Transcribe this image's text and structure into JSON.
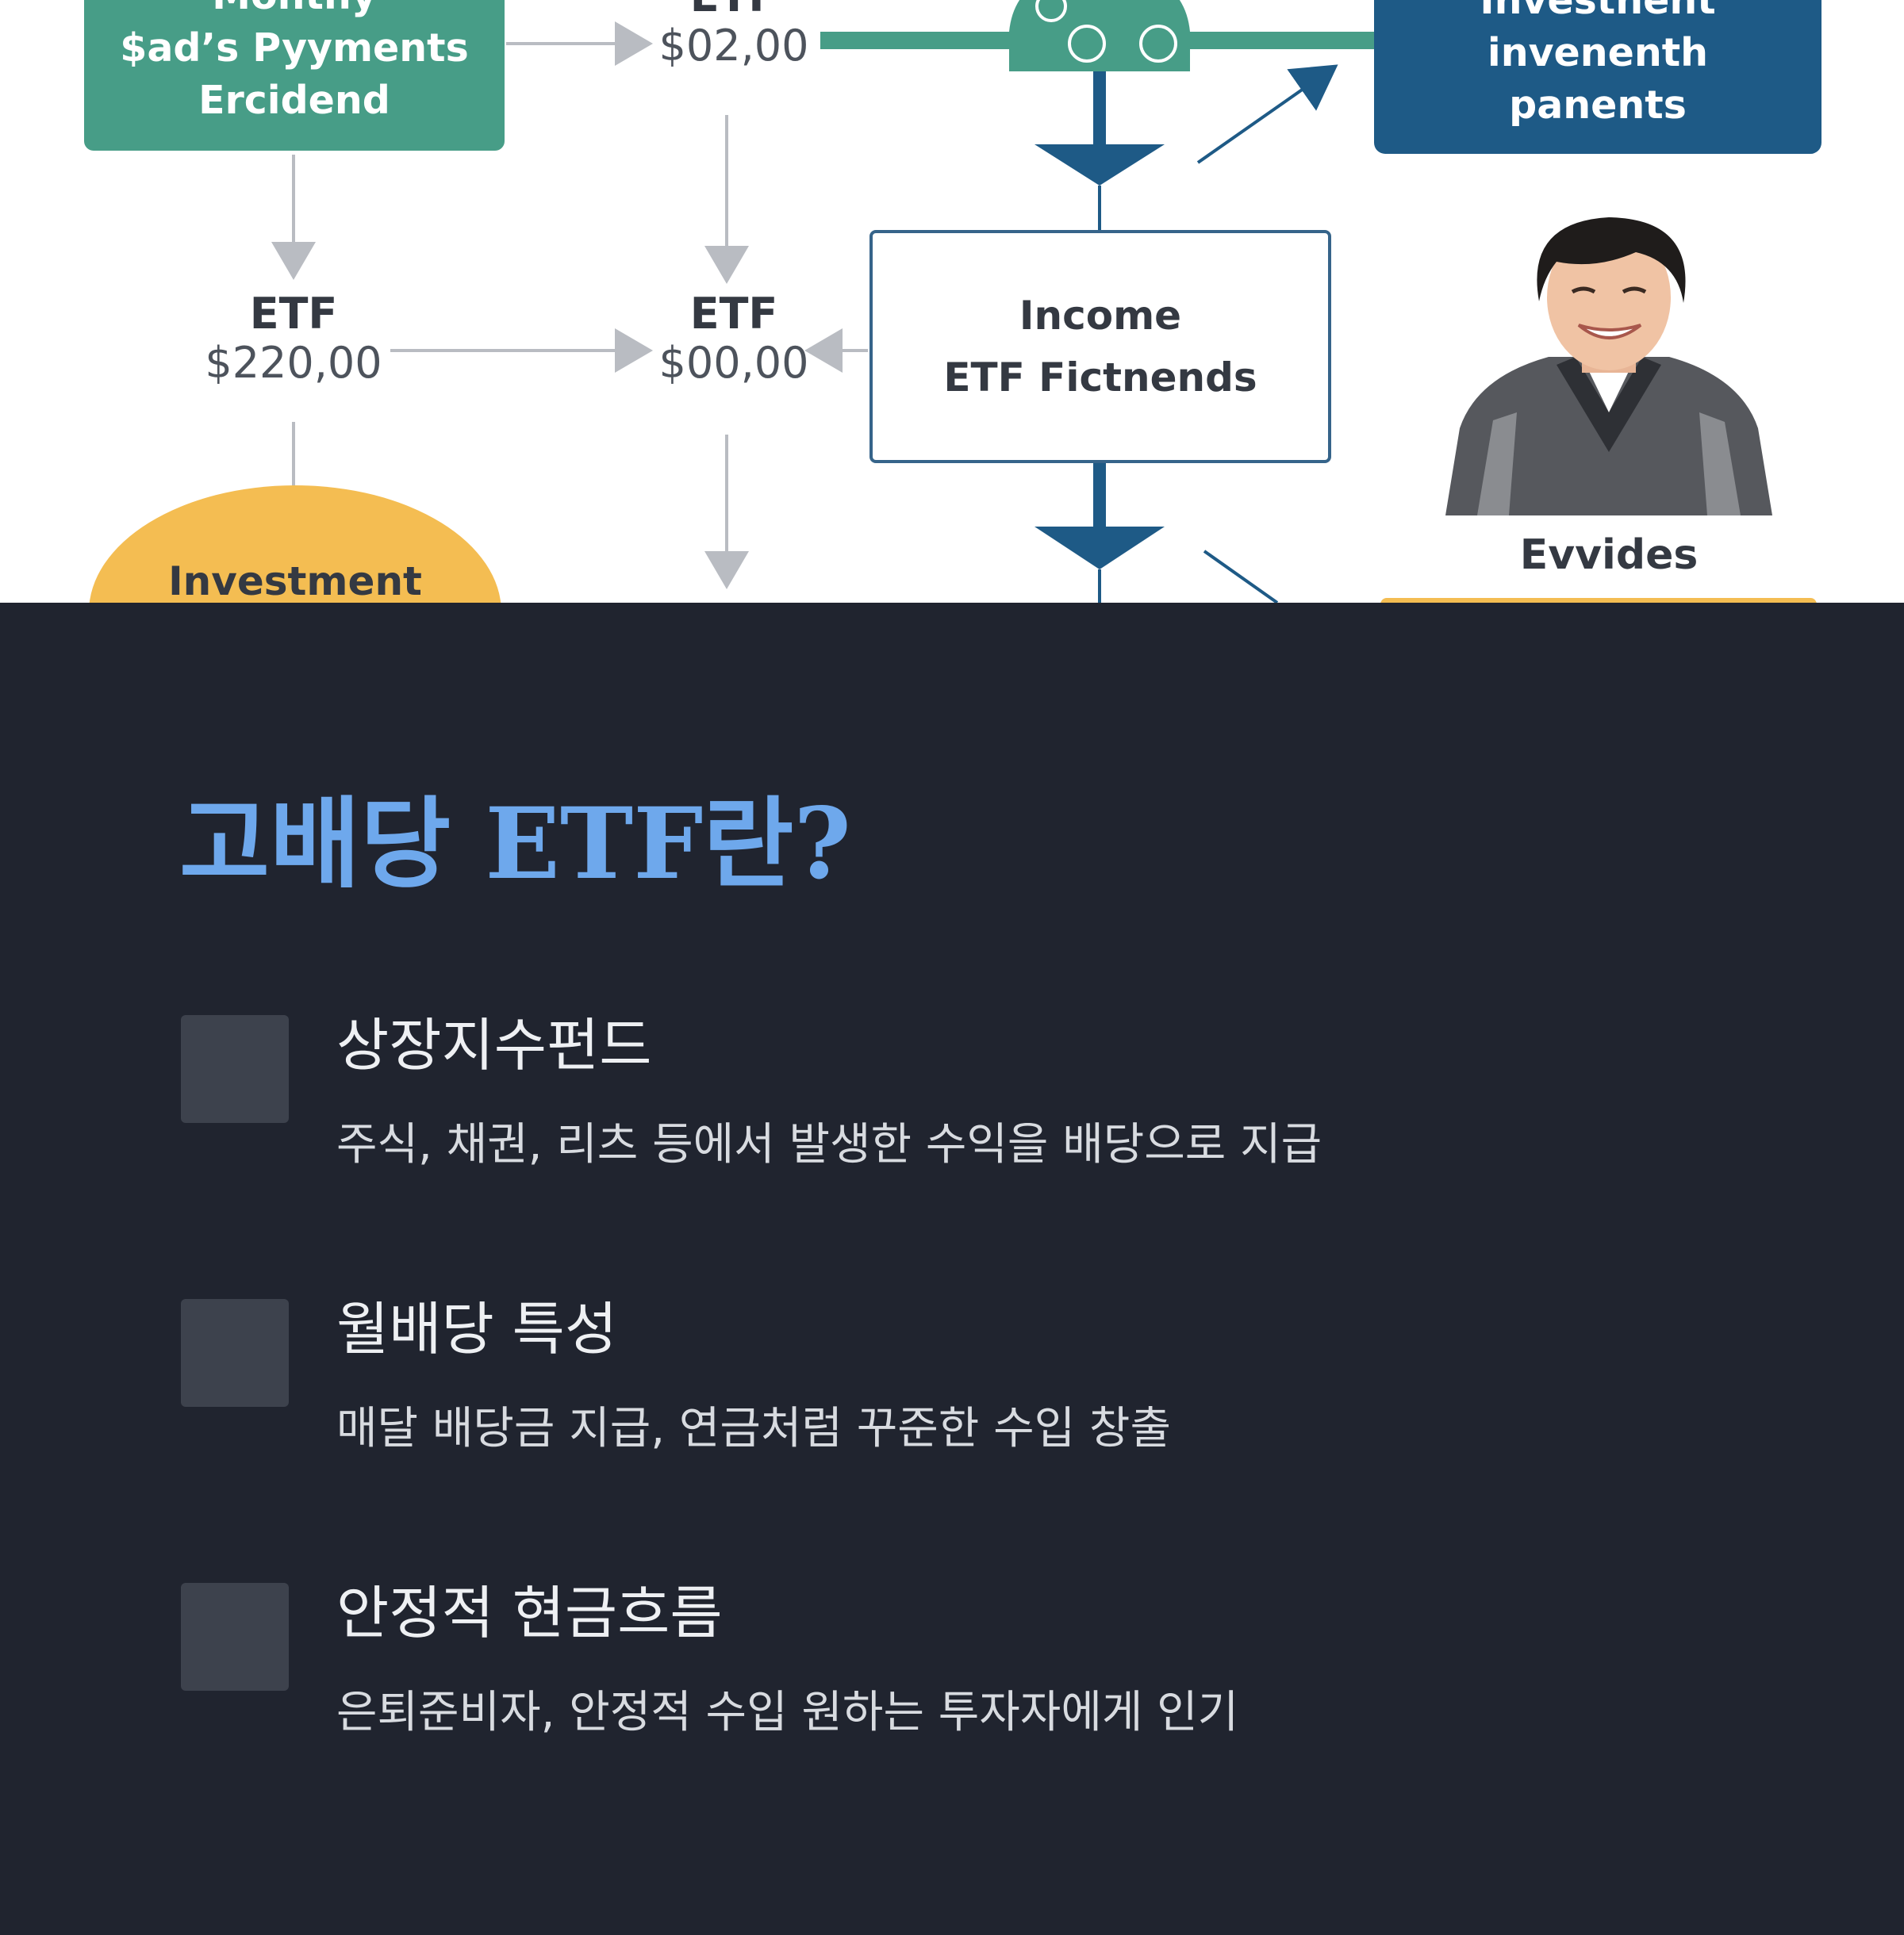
{
  "diagram": {
    "monthly_box": {
      "lines": [
        "Monthy",
        "$ad’s Pyyments",
        "Ercidend"
      ]
    },
    "etf_top": {
      "label": "ETF",
      "value": "$02,00"
    },
    "investment_box": {
      "lines": [
        "Investnent",
        "invenenth",
        "panents"
      ]
    },
    "etf_left": {
      "label": "ETF",
      "value": "$220,00"
    },
    "etf_mid": {
      "label": "ETF",
      "value": "$00,00"
    },
    "income_box": {
      "lines": [
        "Income",
        "ETF Fictnends"
      ]
    },
    "person_caption": "Evvides",
    "investment_blob": "Investment",
    "colors": {
      "green": "#479d87",
      "navy": "#1e5a86",
      "amber": "#f4bd52"
    }
  },
  "content": {
    "title": "고배당 ETF란?",
    "features": [
      {
        "title": "상장지수펀드",
        "desc": "주식, 채권, 리츠 등에서 발생한 수익을 배당으로 지급"
      },
      {
        "title": "월배당 특성",
        "desc": "매달 배당금 지급, 연금처럼 꾸준한 수입 창출"
      },
      {
        "title": "안정적 현금흐름",
        "desc": "은퇴준비자, 안정적 수입 원하는 투자자에게 인기"
      }
    ],
    "colors": {
      "background": "#20242f",
      "title": "#6ea8ec",
      "icon_square": "#3d424d"
    }
  }
}
